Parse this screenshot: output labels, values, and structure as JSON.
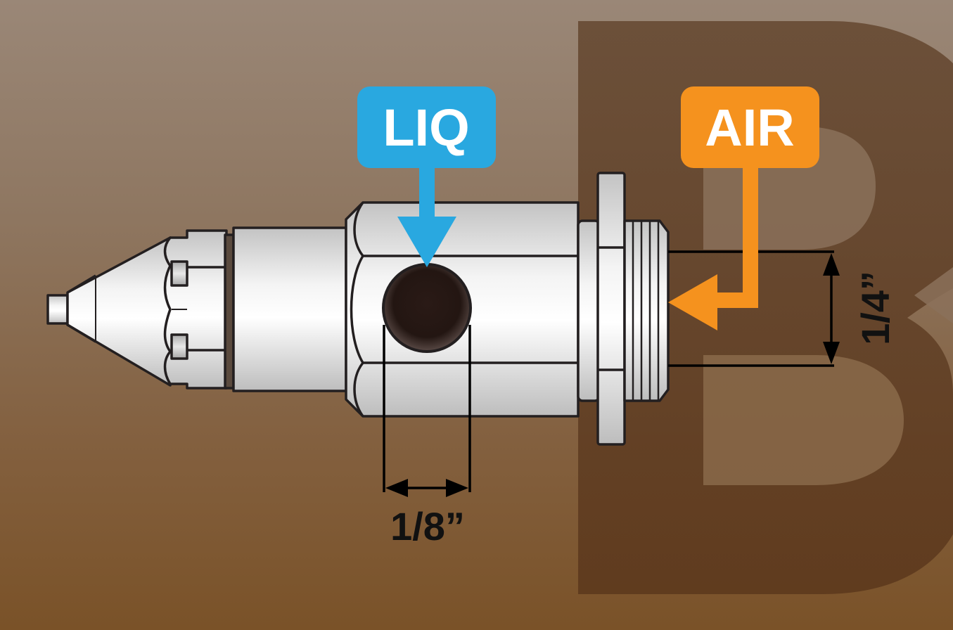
{
  "watermark": {
    "letter": "B",
    "color": "#5a3b1f"
  },
  "labels": {
    "liquid_port": "LIQ",
    "air_port": "AIR",
    "liquid_thread_size": "1/8”",
    "air_thread_size": "1/4”"
  },
  "colors": {
    "liquid": "#29a8e0",
    "air": "#f5921e",
    "body_metal": "#d6d6d6",
    "outline": "#231f20"
  }
}
